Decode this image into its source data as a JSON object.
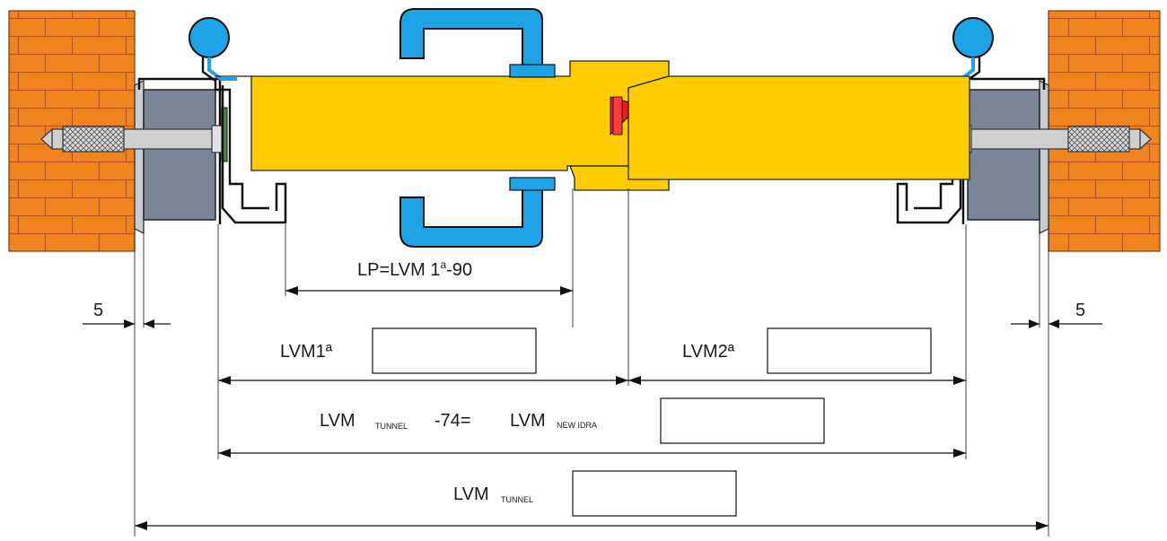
{
  "colors": {
    "brick": "#f0841f",
    "mortar": "#f6c9a4",
    "door_leaf": "#ffcc00",
    "handle": "#1ea3e6",
    "frame_block": "#7a8597",
    "gasket": "#e61e28",
    "seal_green": "#4a8a3a"
  },
  "icons": {
    "anchor": "anchor-bolt-icon",
    "handle": "lever-handle-icon",
    "hinge": "hinge-knob-icon"
  },
  "dims": {
    "left_gap": "5",
    "right_gap": "5",
    "lp_prefix": "LP=LVM 1",
    "lp_sup": "a",
    "lp_suffix": "-90",
    "lvm1": "LVM1ª",
    "lvm2": "LVM2ª",
    "lvm_main": "LVM",
    "tunnel_sub": "TUNNEL",
    "minus74": "-74=",
    "new_idra_sub": "NEW IDRA"
  }
}
